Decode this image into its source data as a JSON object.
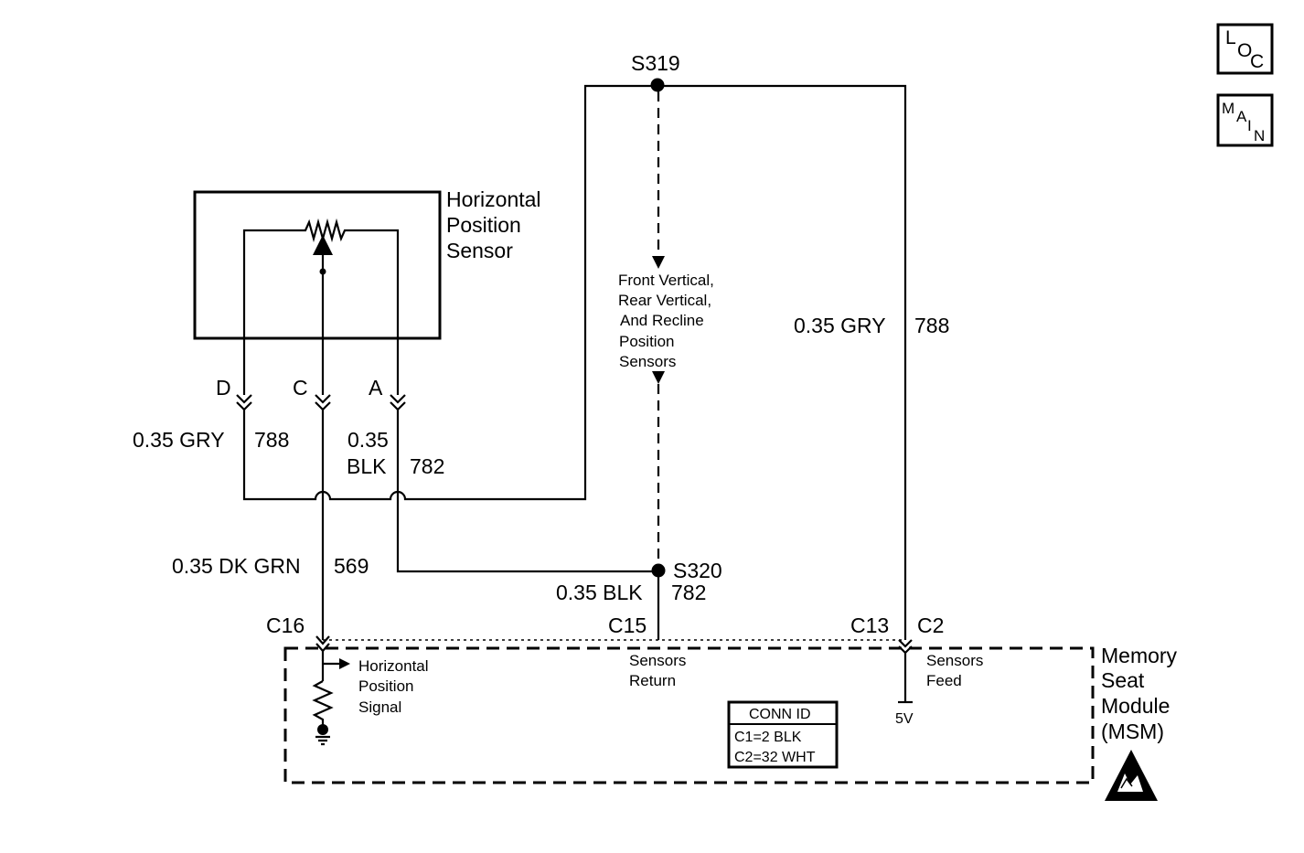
{
  "nav": {
    "loc": [
      "L",
      "O",
      "C"
    ],
    "main": [
      "M",
      "A",
      "I",
      "N"
    ]
  },
  "sensor": {
    "title": [
      "Horizontal",
      "Position",
      "Sensor"
    ]
  },
  "splices": {
    "s319": "S319",
    "s320": "S320"
  },
  "pins": {
    "d": "D",
    "c": "C",
    "a": "A"
  },
  "wires": {
    "gry_left": {
      "gauge_color": "0.35 GRY",
      "circuit": "788"
    },
    "blk_a": {
      "gauge": "0.35",
      "color": "BLK",
      "circuit": "782"
    },
    "dkgrn": {
      "gauge_color": "0.35 DK GRN",
      "circuit": "569"
    },
    "blk_s320": {
      "gauge_color": "0.35 BLK",
      "circuit": "782"
    },
    "gry_right": {
      "gauge_color": "0.35 GRY",
      "circuit": "788"
    }
  },
  "other_sensors": [
    "Front Vertical,",
    "Rear Vertical,",
    "And Recline",
    "Position",
    "Sensors"
  ],
  "connectors": {
    "c16": "C16",
    "c15": "C15",
    "c13": "C13",
    "c2": "C2"
  },
  "module": {
    "name": [
      "Memory",
      "Seat",
      "Module",
      "(MSM)"
    ],
    "horizontal_signal": [
      "Horizontal",
      "Position",
      "Signal"
    ],
    "sensors_return": [
      "Sensors",
      "Return"
    ],
    "sensors_feed": [
      "Sensors",
      "Feed"
    ],
    "voltage": "5V"
  },
  "conn_id": {
    "title": "CONN ID",
    "rows": [
      "C1=2 BLK",
      "C2=32 WHT"
    ]
  }
}
